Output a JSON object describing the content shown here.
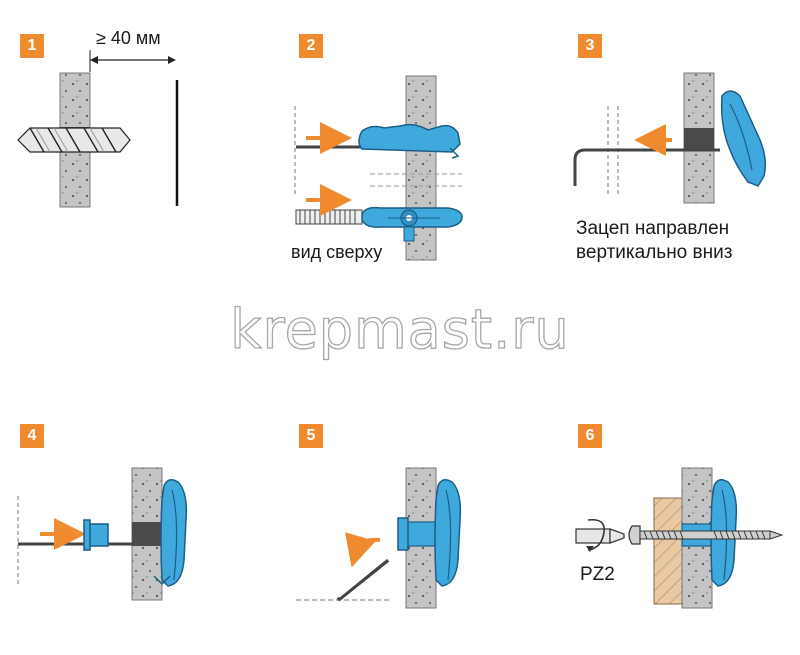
{
  "steps": [
    {
      "number": "1",
      "note": "≥ 40 мм"
    },
    {
      "number": "2",
      "note": "вид сверху"
    },
    {
      "number": "3",
      "note_line1": "Зацеп направлен",
      "note_line2": "вертикально вниз"
    },
    {
      "number": "4"
    },
    {
      "number": "5"
    },
    {
      "number": "6",
      "note": "PZ2"
    }
  ],
  "watermark": "krepmast.ru",
  "colors": {
    "badge": "#f08a2e",
    "arrow": "#f08a2e",
    "anchor_blue": "#3fa9de",
    "anchor_outline": "#1b5e86",
    "wall": "#bfbfbf",
    "wood": "#e8c9a3"
  }
}
